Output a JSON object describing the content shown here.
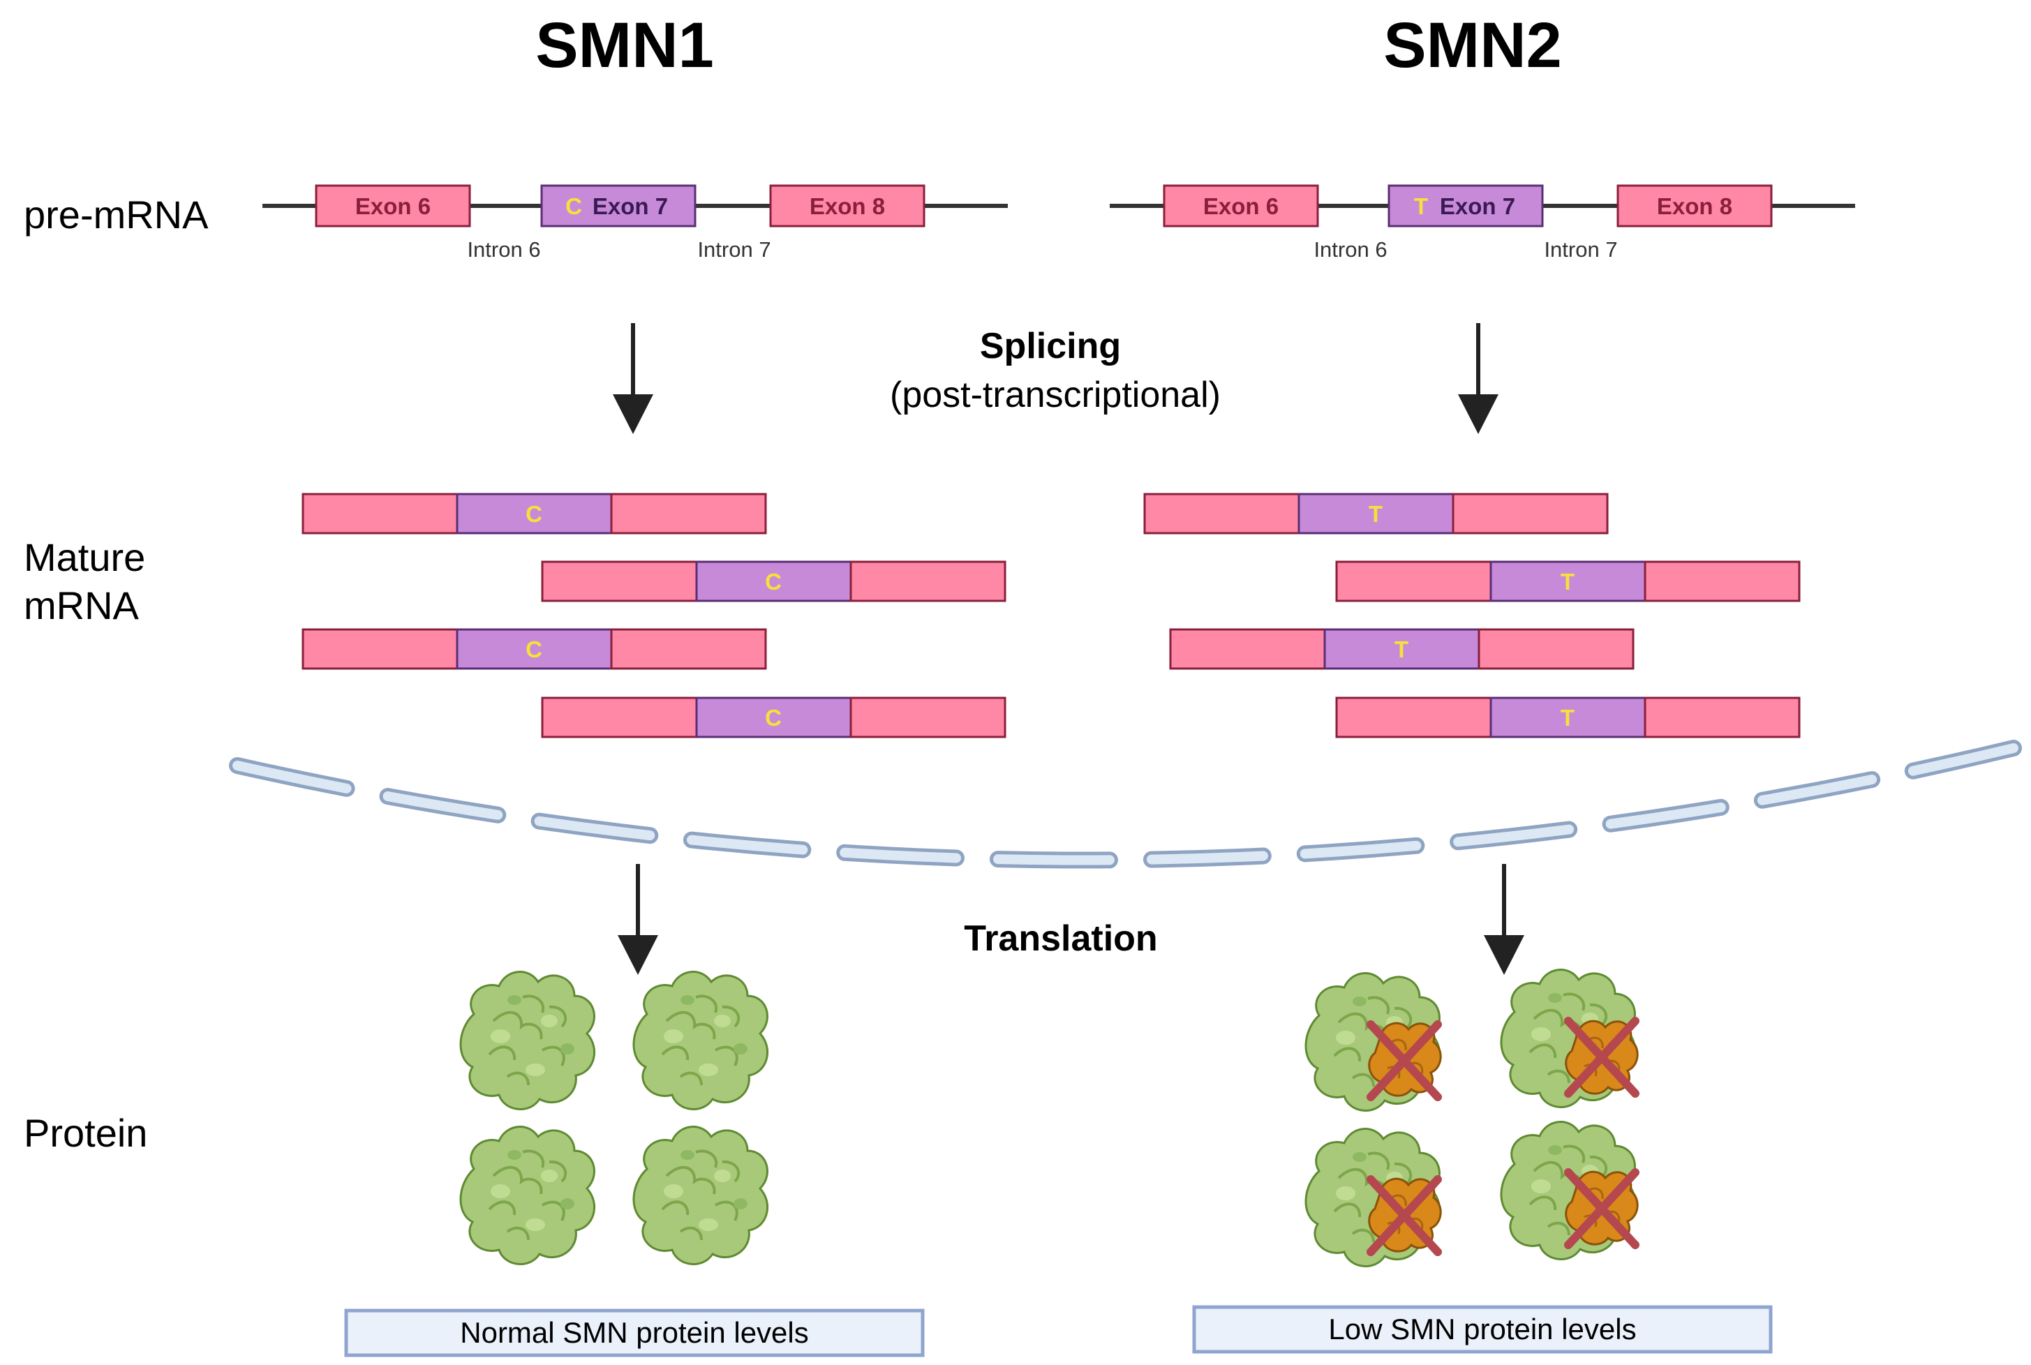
{
  "titles": {
    "left": "SMN1",
    "right": "SMN2"
  },
  "row_labels": {
    "pre_mrna": "pre-mRNA",
    "mature_line1": "Mature",
    "mature_line2": "mRNA",
    "protein": "Protein"
  },
  "pre_mrna": {
    "exon6": "Exon 6",
    "exon7": "Exon 7",
    "exon8": "Exon 8",
    "intron6": "Intron 6",
    "intron7": "Intron 7",
    "smn1_nucleotide": "C",
    "smn2_nucleotide": "T"
  },
  "splicing": {
    "title": "Splicing",
    "subtitle": "(post-transcriptional)"
  },
  "translation": {
    "title": "Translation"
  },
  "mature_mrna": {
    "smn1_nucleotide": "C",
    "smn2_nucleotide": "T"
  },
  "captions": {
    "left": "Normal SMN protein levels",
    "right": "Low SMN protein levels"
  },
  "colors": {
    "exon_pink": "#ff88a6",
    "exon7_purple": "#c78ad8",
    "nucleotide_yellow": "#f4e23a",
    "protein_green": "#a8c97a",
    "defect_orange": "#d9881a",
    "cross_red": "#b5474f",
    "caption_fill": "#eaf1fb",
    "caption_border": "#8fa4cf"
  },
  "icons": [
    "down-arrow-icon",
    "ribosome-mrna-strand",
    "folded-protein-icon",
    "misfolded-protein-icon",
    "cross-mark-icon"
  ]
}
